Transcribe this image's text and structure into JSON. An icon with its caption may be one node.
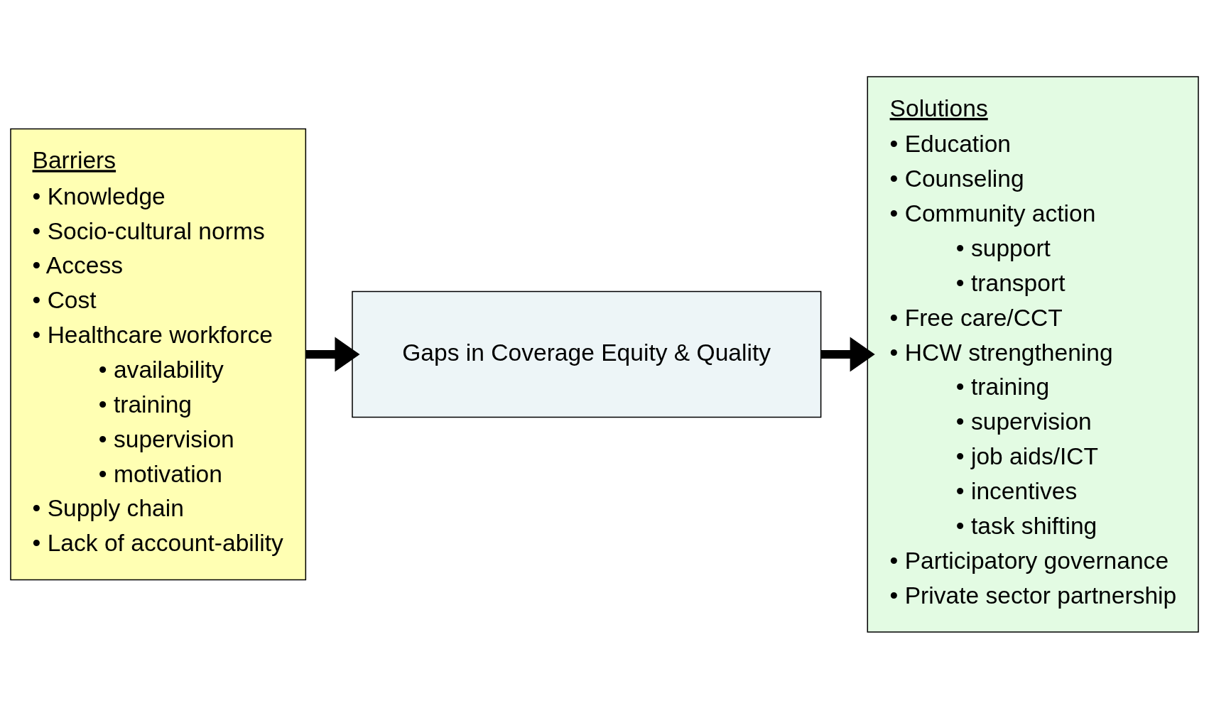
{
  "diagram": {
    "nodes": [
      {
        "text": [
          "Barriers",
          "• Knowledge",
          "• Socio-cultural norms",
          "• Access",
          "• Cost",
          "• Healthcare workforce",
          "• availability",
          "• training",
          "• supervision",
          "• motivation",
          "• Supply chain",
          "• Lack of account-ability"
        ]
      },
      {
        "text": [
          "Gaps in Coverage Equity & Quality"
        ]
      },
      {
        "text": [
          "Solutions",
          "• Education",
          "• Counseling",
          "• Community action",
          "• support",
          "• transport",
          "• Free care/CCT",
          "• HCW strengthening",
          "• training",
          "• supervision",
          "• job aids/ICT",
          "• incentives",
          "• task shifting",
          "• Participatory governance",
          "• Private sector partnership"
        ]
      }
    ],
    "edges": [
      {
        "from": 0,
        "to": 1,
        "arrow": "to"
      },
      {
        "from": 1,
        "to": 2,
        "arrow": "to"
      }
    ]
  }
}
